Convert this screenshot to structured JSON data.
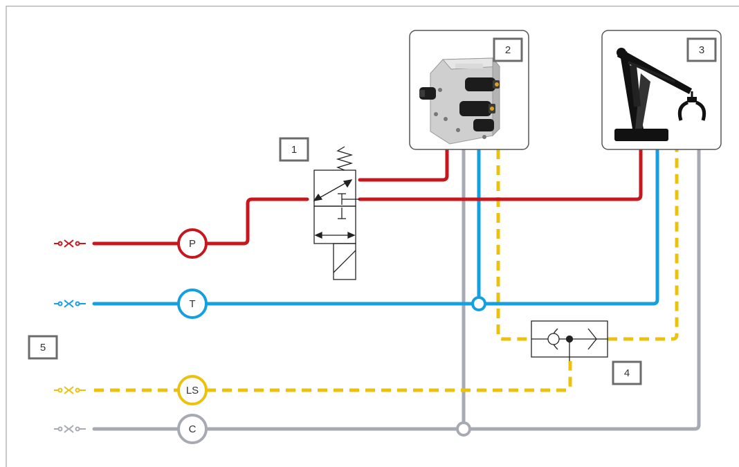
{
  "diagram": {
    "callouts": {
      "c1": "1",
      "c2": "2",
      "c3": "3",
      "c4": "4",
      "c5": "5"
    },
    "ports": {
      "pressure": "P",
      "tank": "T",
      "load_sense": "LS",
      "case_drain": "C"
    },
    "colors": {
      "pressure_line": "#c8161d",
      "tank_line": "#139fe0",
      "load_sense_line": "#ecc10c",
      "case_drain_line": "#a7aab3",
      "callout_border": "#6b6b6b",
      "frame": "#9a9a9a"
    },
    "icons": {
      "coupling": "quick-coupling-icon",
      "valve_block": "valve-block-photo",
      "machine": "crane-grapple-icon",
      "shuttle": "shuttle-check-valve-icon",
      "directional_valve": "solenoid-directional-valve-icon"
    }
  }
}
